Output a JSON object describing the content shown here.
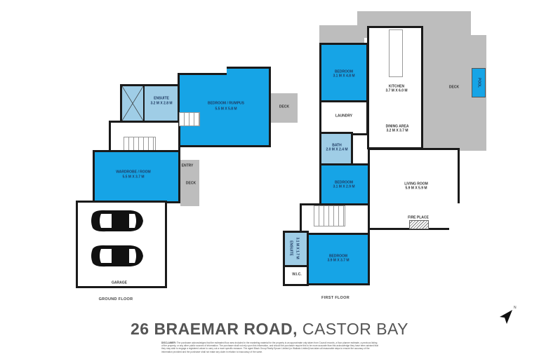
{
  "title": {
    "address_bold": "26 BRAEMAR ROAD,",
    "suburb": "CASTOR BAY"
  },
  "disclaimer": {
    "label": "DISCLAIMER:",
    "text": "The purchaser acknowledges that the estimated floor area included in the marketing material for the property is an approximate only taken from Council records, a floor planner estimate, a previous listing of the property, or any other public sources of information. The purchaser shall not rely upon this information, and should the purchaser require this to be more accurate than this acknowledge they have been advised that they may wish to engage a registered valuer to carry out a more specific measure. The agent Black Group Realty Epsom Limited (or Waikato Limited) has taken all reasonable steps to ensure the accuracy of the information provided and the purchaser shall not make any claim in relation to inaccuracy of the same."
  },
  "floors": {
    "ground": {
      "label": "GROUND FLOOR",
      "rooms": {
        "ensuite": {
          "name": "ENSUITE",
          "size": "3.2 M X 2.8 M"
        },
        "bedroom_rumpus": {
          "name": "BEDROOM / RUMPUS",
          "size": "5.5 M X 5.8 M"
        },
        "wardrobe_room": {
          "name": "WARDROBE / ROOM",
          "size": "5.5 M X 3.7 M"
        },
        "entry": {
          "name": "ENTRY"
        },
        "deck_right": {
          "name": "DECK"
        },
        "deck_entry": {
          "name": "DECK"
        },
        "garage": {
          "name": "GARAGE"
        }
      }
    },
    "first": {
      "label": "FIRST FLOOR",
      "rooms": {
        "bedroom1": {
          "name": "BEDROOM",
          "size": "3.1 M X 4.8 M"
        },
        "kitchen": {
          "name": "KITCHEN",
          "size": "3.7 M X 6.0 M"
        },
        "deck": {
          "name": "DECK"
        },
        "pool": {
          "name": "POOL"
        },
        "laundry": {
          "name": "LAUNDRY"
        },
        "dining": {
          "name": "DINING AREA",
          "size": "3.2 M X 3.7 M"
        },
        "bath": {
          "name": "BATH",
          "size": "2.0 M X 2.4 M"
        },
        "bedroom2": {
          "name": "BEDROOM",
          "size": "3.1 M X 2.9 M"
        },
        "living": {
          "name": "LIVING ROOM",
          "size": "5.9 M X 5.9 M"
        },
        "fireplace": {
          "name": "FIRE PLACE"
        },
        "ensuite": {
          "name": "ENSUITE",
          "size": "3.1 M X 1.7 M"
        },
        "bedroom3": {
          "name": "BEDROOM",
          "size": "3.9 M X 3.7 M"
        },
        "wic": {
          "name": "W.I.C."
        }
      }
    }
  },
  "compass": {
    "label": "N"
  },
  "colors": {
    "bedroom": "#16a4e6",
    "wet_area": "#9fcde6",
    "deck": "#bdbdbd",
    "wall": "#1a1a1a"
  }
}
